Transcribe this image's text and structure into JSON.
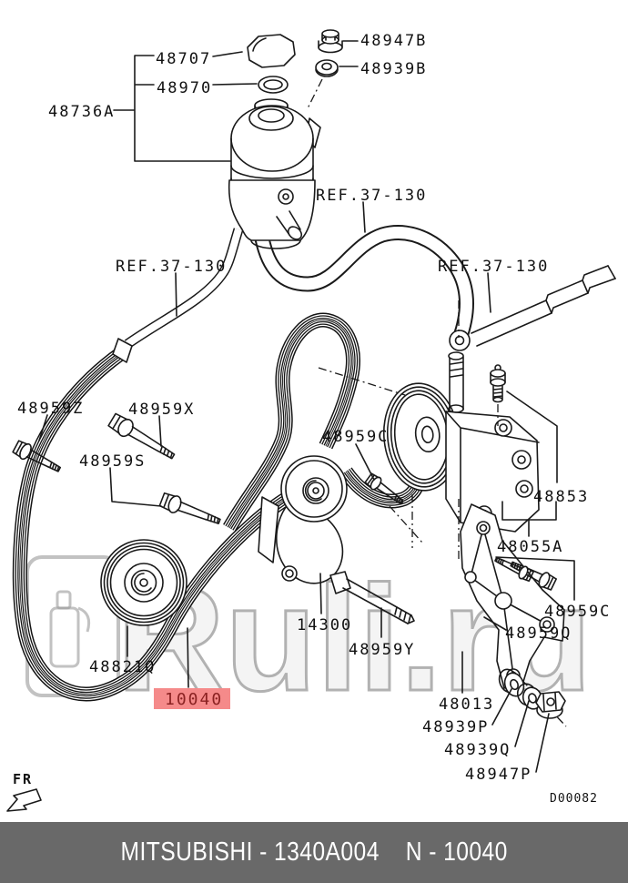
{
  "diagram": {
    "labels": [
      "48707",
      "48970",
      "48736A",
      "48947B",
      "48939B",
      "REF.37-130",
      "REF.37-130",
      "REF.37-130",
      "48959Z",
      "48959X",
      "48959S",
      "48959C",
      "48853",
      "48055A",
      "48959C",
      "48959Q",
      "14300",
      "48959Y",
      "48821Q",
      "48013",
      "48939P",
      "48939Q",
      "48947P"
    ],
    "fr_label": "FR",
    "drawing_code": "D00082"
  },
  "highlight": {
    "label": "10040",
    "bg_color": "#f58a8a",
    "text_color": "#8b2222"
  },
  "watermark": {
    "text": "Ruli.ru",
    "color": "#9a9a9a"
  },
  "footer": {
    "brand_part": "MITSUBISHI - 1340A004",
    "number": "N - 10040",
    "bg_color": "#696969",
    "text_color": "#ffffff"
  }
}
